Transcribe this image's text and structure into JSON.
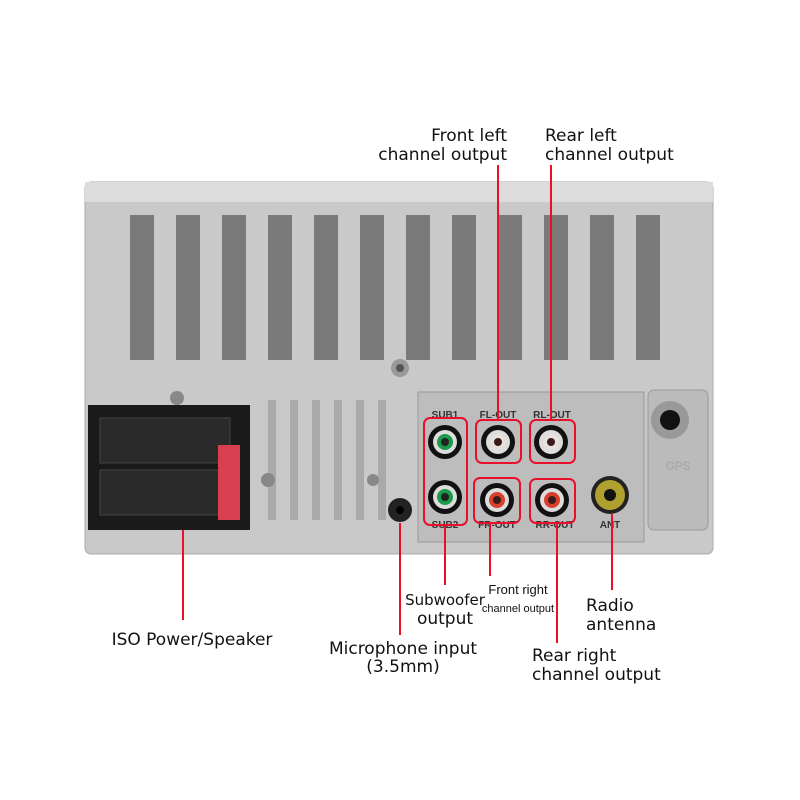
{
  "labels": {
    "front_left": [
      "Front left",
      "channel output"
    ],
    "rear_left": [
      "Rear left",
      "channel output"
    ],
    "iso": "ISO Power/Speaker",
    "mic": [
      "Microphone input",
      "(3.5mm)"
    ],
    "subwoofer": [
      "Subwoofer",
      "output"
    ],
    "front_right": [
      "Front right",
      "channel output"
    ],
    "radio": [
      "Radio",
      "antenna"
    ],
    "rear_right": [
      "Rear right",
      "channel output"
    ]
  },
  "jack_labels": {
    "sub1": "SUB1",
    "sub2": "SUB2",
    "fl": "FL-OUT",
    "rl": "RL-OUT",
    "fr": "FR-OUT",
    "rr": "RR-OUT",
    "ant": "ANT",
    "gps": "GPS"
  },
  "colors": {
    "callout": "#e8102a",
    "body": "#c8c8c8",
    "sub": "#1a9a4a",
    "left": "#e8e0da",
    "right": "#d8402a",
    "ant": "#b0a030"
  }
}
